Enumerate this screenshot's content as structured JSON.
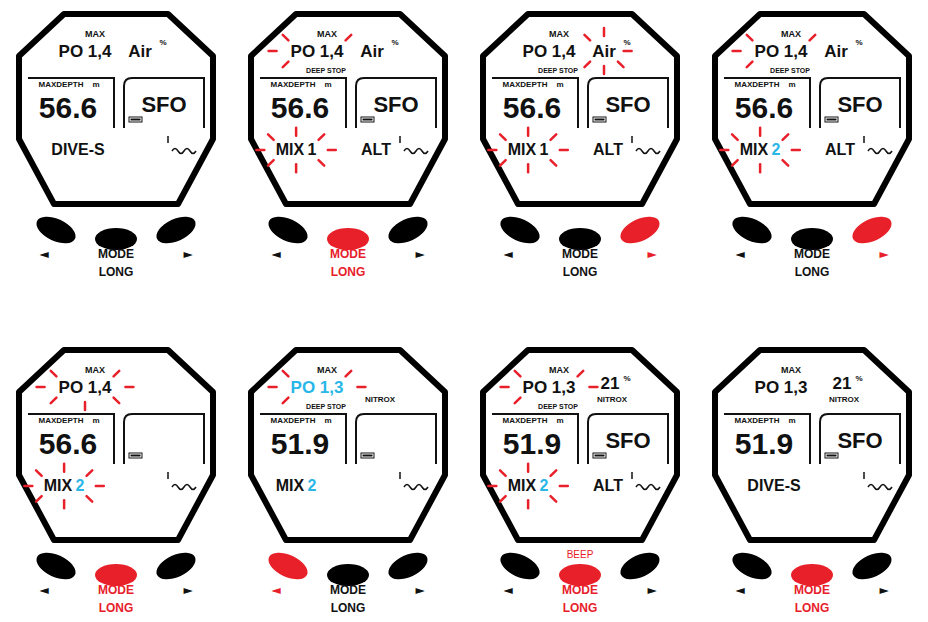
{
  "diagram": {
    "nodes": [
      {
        "text": [
          "MAX",
          "PO 1,4",
          "Air",
          "%",
          "MAXDEPTH",
          "m",
          "56.6",
          "SFO",
          "DIVE-S"
        ]
      },
      {
        "text": [
          "MAX",
          "PO 1,4",
          "Air",
          "%",
          "DEEP STOP",
          "MAXDEPTH",
          "m",
          "56.6",
          "SFO",
          "MIX",
          "1",
          "ALT"
        ]
      },
      {
        "text": [
          "MAX",
          "PO 1,4",
          "Air",
          "%",
          "DEEP STOP",
          "MAXDEPTH",
          "m",
          "56.6",
          "SFO",
          "MIX",
          "1",
          "ALT"
        ]
      },
      {
        "text": [
          "MAX",
          "PO 1,4",
          "Air",
          "%",
          "DEEP STOP",
          "MAXDEPTH",
          "m",
          "56.6",
          "SFO",
          "MIX",
          "2",
          "ALT"
        ]
      },
      {
        "text": [
          "MAX",
          "PO 1,4",
          "MAXDEPTH",
          "m",
          "56.6",
          "MIX",
          "2"
        ]
      },
      {
        "text": [
          "MAX",
          "PO 1,3",
          "DEEP STOP",
          "NITROX",
          "MAXDEPTH",
          "m",
          "51.9",
          "MIX",
          "2"
        ]
      },
      {
        "text": [
          "MAX",
          "PO 1,3",
          "21",
          "%",
          "DEEP STOP",
          "NITROX",
          "MAXDEPTH",
          "m",
          "51.9",
          "SFO",
          "MIX",
          "2",
          "ALT"
        ]
      },
      {
        "text": [
          "MAX",
          "PO 1,3",
          "21",
          "%",
          "NITROX",
          "MAXDEPTH",
          "m",
          "51.9",
          "SFO",
          "DIVE-S"
        ]
      }
    ],
    "labels": [
      "◄",
      "MODE",
      "►",
      "LONG",
      "◄",
      "MODE",
      "►",
      "LONG",
      "◄",
      "MODE",
      "►",
      "LONG",
      "◄",
      "MODE",
      "►",
      "LONG",
      "◄",
      "MODE",
      "►",
      "LONG",
      "◄",
      "MODE",
      "►",
      "LONG",
      "◄",
      "MODE",
      "►",
      "LONG",
      "◄",
      "MODE",
      "►",
      "LONG",
      "BEEP"
    ]
  }
}
